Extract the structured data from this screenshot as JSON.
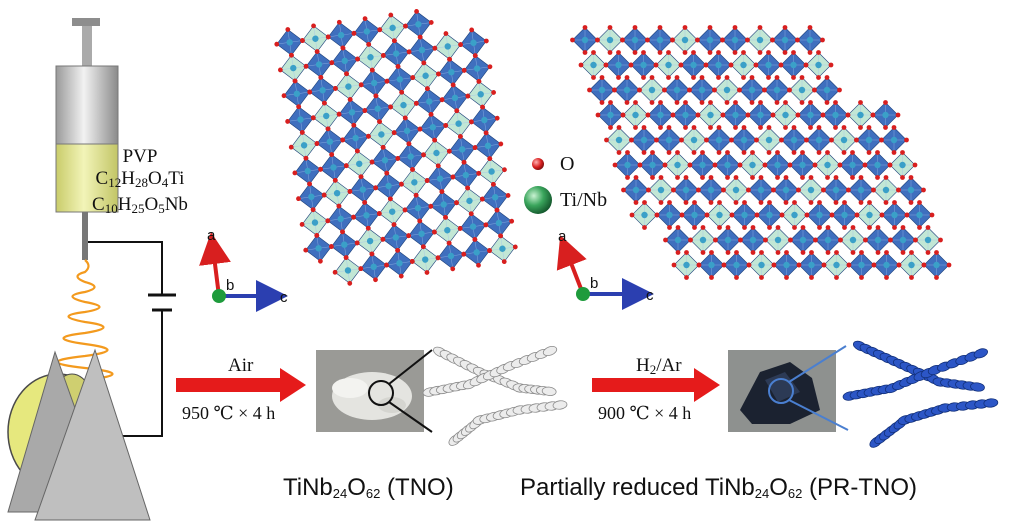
{
  "precursors": {
    "pvp": "PVP",
    "ti_precursor": "C12H28O4Ti",
    "nb_precursor": "C10H25O5Nb"
  },
  "legend": {
    "oxygen": "O",
    "metal": "Ti/Nb"
  },
  "axes_left": {
    "a": "a",
    "b": "b",
    "c": "c"
  },
  "axes_right": {
    "a": "a",
    "b": "b",
    "c": "c"
  },
  "step1": {
    "gas": "Air",
    "condition": "950 ℃ × 4 h"
  },
  "step2": {
    "gas": "H2/Ar",
    "condition": "900 ℃ × 4 h"
  },
  "products": {
    "tno": "TiNb24O62 (TNO)",
    "pr_tno": "Partially reduced TiNb24O62 (PR-TNO)"
  },
  "colors": {
    "octahedron_blue": "#2f63b8",
    "octahedron_green": "#8fd4b3",
    "oxygen_red": "#d81f1f",
    "arrow_red": "#e51b1b",
    "fiber_orange": "#f39a1e",
    "solution_yellow": "#e4e89a",
    "collector_gray": "#b3b3b3",
    "reduced_fiber_blue": "#2c56c6"
  }
}
